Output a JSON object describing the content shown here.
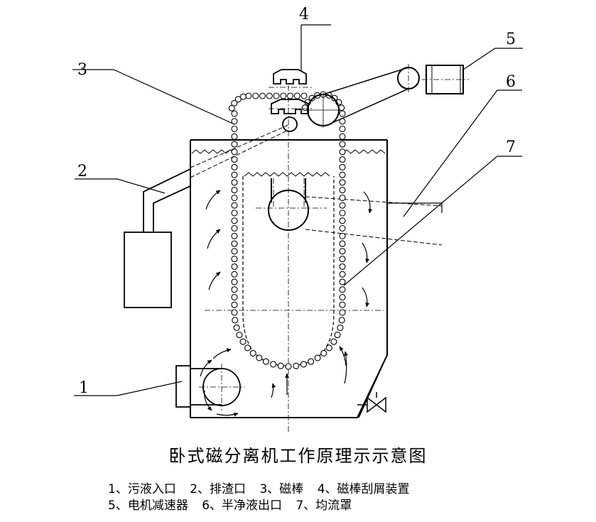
{
  "title": "卧式磁分离机工作原理示示意图",
  "callouts": [
    "1",
    "2",
    "3",
    "4",
    "5",
    "6",
    "7"
  ],
  "legend": {
    "line1": [
      "1、污液入口",
      "2、排渣口",
      "3、磁棒",
      "4、磁棒刮屑装置"
    ],
    "line2": [
      "5、电机减速器",
      "6、半净液出口",
      "7、均流罩"
    ]
  }
}
